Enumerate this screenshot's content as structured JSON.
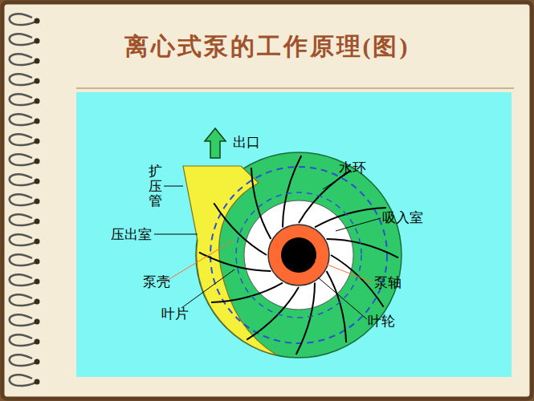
{
  "diagram": {
    "title": "离心式泵的工作原理(图)",
    "labels": [
      "出口",
      "扩压管",
      "水环",
      "压出室",
      "吸入室",
      "泵壳",
      "泵轴",
      "叶片",
      "叶轮"
    ]
  }
}
